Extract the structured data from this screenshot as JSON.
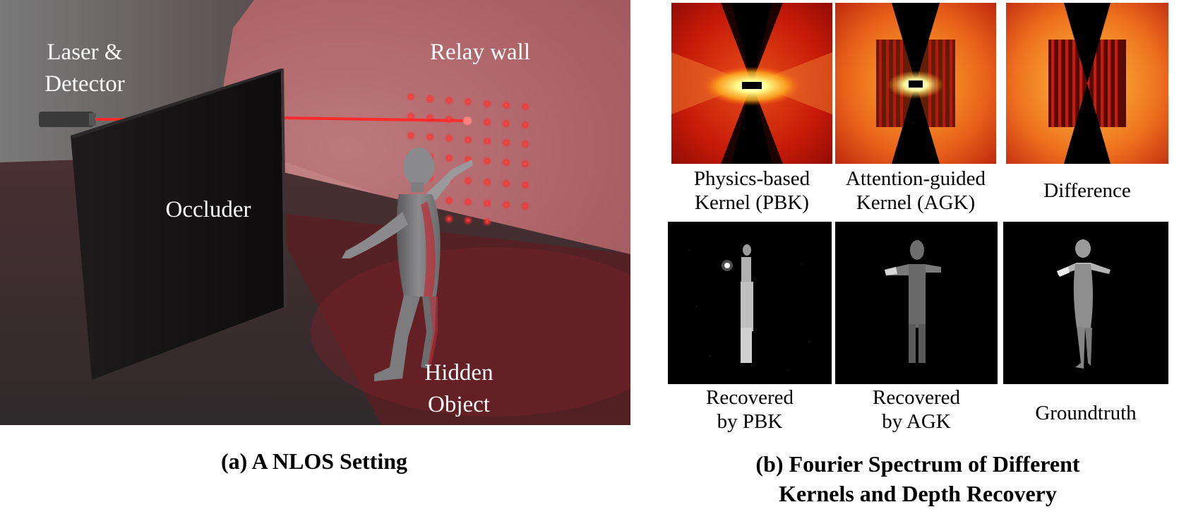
{
  "panel_a": {
    "labels": {
      "laser_line1": "Laser &",
      "laser_line2": "Detector",
      "relay_wall": "Relay wall",
      "occluder": "Occluder",
      "hidden_line1": "Hidden",
      "hidden_line2": "Object"
    },
    "title": "(a) A NLOS Setting"
  },
  "panel_b": {
    "spectrum_captions": [
      {
        "line1": "Physics-based",
        "line2": "Kernel (PBK)"
      },
      {
        "line1": "Attention-guided",
        "line2": "Kernel (AGK)"
      },
      {
        "line1": "Difference",
        "line2": ""
      }
    ],
    "recovery_captions": [
      {
        "line1": "Recovered",
        "line2": "by PBK"
      },
      {
        "line1": "Recovered",
        "line2": "by AGK"
      },
      {
        "line1": "Groundtruth",
        "line2": ""
      }
    ],
    "title_line1": "(b) Fourier Spectrum of Different",
    "title_line2": "Kernels and Depth Recovery"
  },
  "colors": {
    "laser": "#ff2a2a",
    "wall": "#9b4a4e",
    "occluder": "#151214",
    "heat_hot": "#ffffa0",
    "heat_mid": "#e02a0a",
    "heat_dark": "#1a0000"
  }
}
